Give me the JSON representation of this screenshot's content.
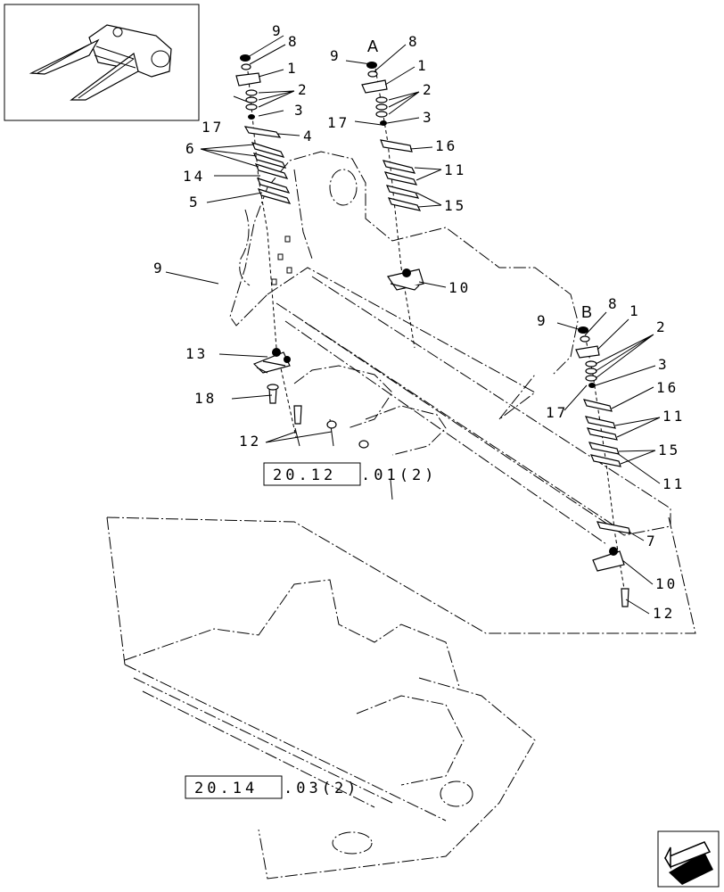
{
  "diagram": {
    "callouts": {
      "a_1": "1",
      "a_2": "2",
      "a_3": "3",
      "a_4": "4",
      "a_5": "5",
      "a_6": "6",
      "a_8": "8",
      "a_9": "9",
      "a_9b": "9",
      "a_13": "13",
      "a_14": "14",
      "a_17": "17",
      "a_18": "18",
      "a_12": "12",
      "b_9": "9",
      "b_8": "8",
      "b_1": "1",
      "b_2": "2",
      "b_3": "3",
      "b_17": "17",
      "b_16": "16",
      "b_11": "11",
      "b_15": "15",
      "b_10": "10",
      "c_9": "9",
      "c_8": "8",
      "c_1": "1",
      "c_2": "2",
      "c_3": "3",
      "c_16": "16",
      "c_17": "17",
      "c_11a": "11",
      "c_15": "15",
      "c_11b": "11",
      "c_7": "7",
      "c_10": "10",
      "c_12": "12"
    },
    "view_letters": {
      "a": "A",
      "b": "B"
    },
    "references": {
      "ref1_box": "20.12",
      "ref1_suffix": ".01(2)",
      "ref2_box": "20.14",
      "ref2_suffix": ".03(2)"
    },
    "icons": {
      "inset": "knife-guard-icon",
      "nav": "next-page-arrow-icon"
    }
  }
}
